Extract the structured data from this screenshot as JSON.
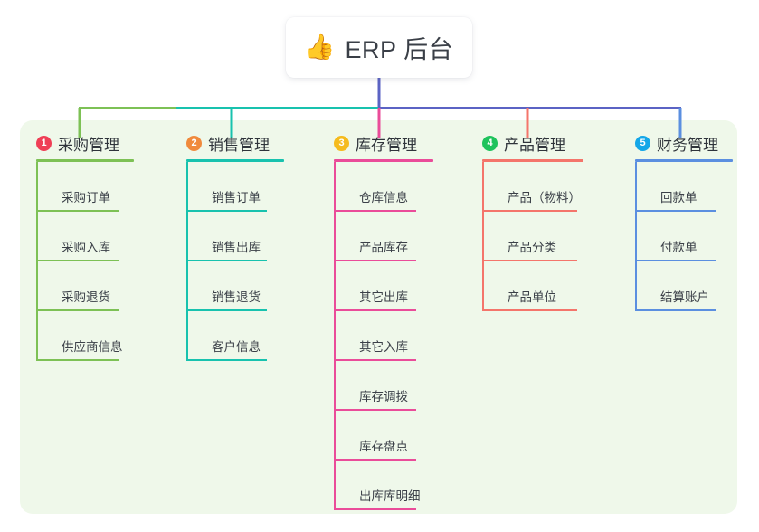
{
  "diagram": {
    "type": "mind-map",
    "root": {
      "icon": "thumbs-up-icon",
      "emoji": "👍",
      "title": "ERP 后台"
    },
    "panel_color": "#eff8ea",
    "root_stem_color": "#5b63c4",
    "columns": [
      {
        "index": "1",
        "title": "采购管理",
        "badge_color": "#ef3f56",
        "line_color": "#7dc155",
        "items": [
          "采购订单",
          "采购入库",
          "采购退货",
          "供应商信息"
        ]
      },
      {
        "index": "2",
        "title": "销售管理",
        "badge_color": "#f08a3c",
        "line_color": "#18c2ae",
        "items": [
          "销售订单",
          "销售出库",
          "销售退货",
          "客户信息"
        ]
      },
      {
        "index": "3",
        "title": "库存管理",
        "badge_color": "#f5bb1d",
        "line_color": "#ea4c99",
        "items": [
          "仓库信息",
          "产品库存",
          "其它出库",
          "其它入库",
          "库存调拨",
          "库存盘点",
          "出库库明细"
        ]
      },
      {
        "index": "4",
        "title": "产品管理",
        "badge_color": "#1ec35c",
        "line_color": "#f4756b",
        "items": [
          "产品（物料）",
          "产品分类",
          "产品单位"
        ]
      },
      {
        "index": "5",
        "title": "财务管理",
        "badge_color": "#14a7e8",
        "line_color": "#5b8fe0",
        "items": [
          "回款单",
          "付款单",
          "结算账户"
        ]
      }
    ]
  }
}
